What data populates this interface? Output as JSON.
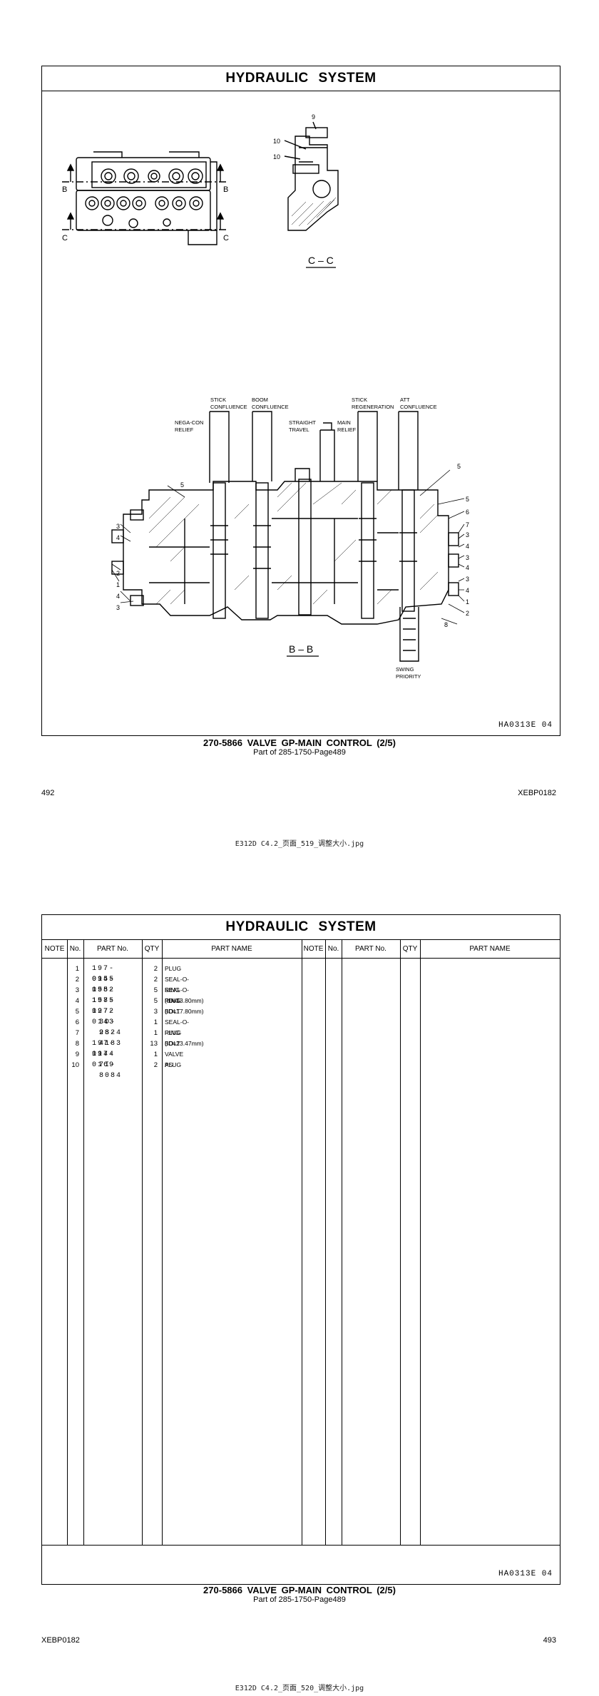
{
  "page1": {
    "title": "HYDRAULIC   SYSTEM",
    "drawing_code": "HA0313E   04",
    "caption_main": "270-5866  VALVE GP-MAIN CONTROL (2/5)",
    "caption_sub": "Part of 285-1750-Page489",
    "page_number": "492",
    "doc_code": "XEBP0182",
    "filename": "E312D  C4.2_页面_519_调整大小.jpg",
    "labels": {
      "section_bb": "B – B",
      "section_cc": "C – C",
      "b_left": "B",
      "b_right": "B",
      "c_left": "C",
      "c_right": "C",
      "stick_confluence": [
        "STICK",
        "CONFLUENCE"
      ],
      "boom_confluence": [
        "BOOM",
        "CONFLUENCE"
      ],
      "nega_con_relief": [
        "NEGA-CON",
        "RELIEF"
      ],
      "straight_travel": [
        "STRAIGHT",
        "TRAVEL"
      ],
      "main_relief": [
        "MAIN",
        "RELIEF"
      ],
      "stick_regeneration": [
        "STICK",
        "REGENERATION"
      ],
      "att_confluence": [
        "ATT",
        "CONFLUENCE"
      ],
      "swing_priority": [
        "SWING",
        "PRIORITY"
      ],
      "callouts": {
        "c9": "9",
        "c10a": "10",
        "c10b": "10",
        "l3a": "3",
        "l4a": "4",
        "l2": "2",
        "l1": "1",
        "l4b": "4",
        "l3b": "3",
        "l5": "5",
        "r5a": "5",
        "r5b": "5",
        "r6": "6",
        "r7": "7",
        "r3a": "3",
        "r4a": "4",
        "r3b": "3",
        "r4b": "4",
        "r3c": "3",
        "r4c": "4",
        "r1": "1",
        "r2": "2",
        "r8": "8"
      }
    }
  },
  "page2": {
    "title": "HYDRAULIC   SYSTEM",
    "headers": {
      "note": "NOTE",
      "no": "No.",
      "part_no": "PART No.",
      "qty": "QTY",
      "part_name": "PART NAME",
      "note2": "NOTE",
      "no2": "No.",
      "part_no2": "PART No.",
      "qty2": "QTY",
      "part_name2": "PART NAME"
    },
    "rows": [
      {
        "no": "1",
        "part_no": "197-0145",
        "qty": "2",
        "name": "PLUG"
      },
      {
        "no": "2",
        "part_no": "095-1582",
        "qty": "2",
        "name": "SEAL-O-RING (ID=13.80mm)"
      },
      {
        "no": "3",
        "part_no": "095-1585",
        "qty": "5",
        "name": "SEAL-O-RING (ID=17.80mm)"
      },
      {
        "no": "4",
        "part_no": "197-0272",
        "qty": "5",
        "name": "PLUG"
      },
      {
        "no": "5",
        "part_no": "197-0143",
        "qty": "3",
        "name": "BOLT"
      },
      {
        "no": "6",
        "part_no": "3D-2824",
        "qty": "1",
        "name": "SEAL-O-RING (ID=23.47mm)"
      },
      {
        "no": "7",
        "part_no": "9S-4183",
        "qty": "1",
        "name": "PLUG"
      },
      {
        "no": "8",
        "part_no": "197-0144",
        "qty": "13",
        "name": "BOLT"
      },
      {
        "no": "9",
        "part_no": "197-0169",
        "qty": "1",
        "name": "VALVE AS"
      },
      {
        "no": "10",
        "part_no": "7I-8084",
        "qty": "2",
        "name": "PLUG"
      }
    ],
    "drawing_code": "HA0313E   04",
    "caption_main": "270-5866  VALVE GP-MAIN CONTROL (2/5)",
    "caption_sub": "Part of 285-1750-Page489",
    "page_number": "493",
    "doc_code": "XEBP0182",
    "filename": "E312D  C4.2_页面_520_调整大小.jpg"
  }
}
